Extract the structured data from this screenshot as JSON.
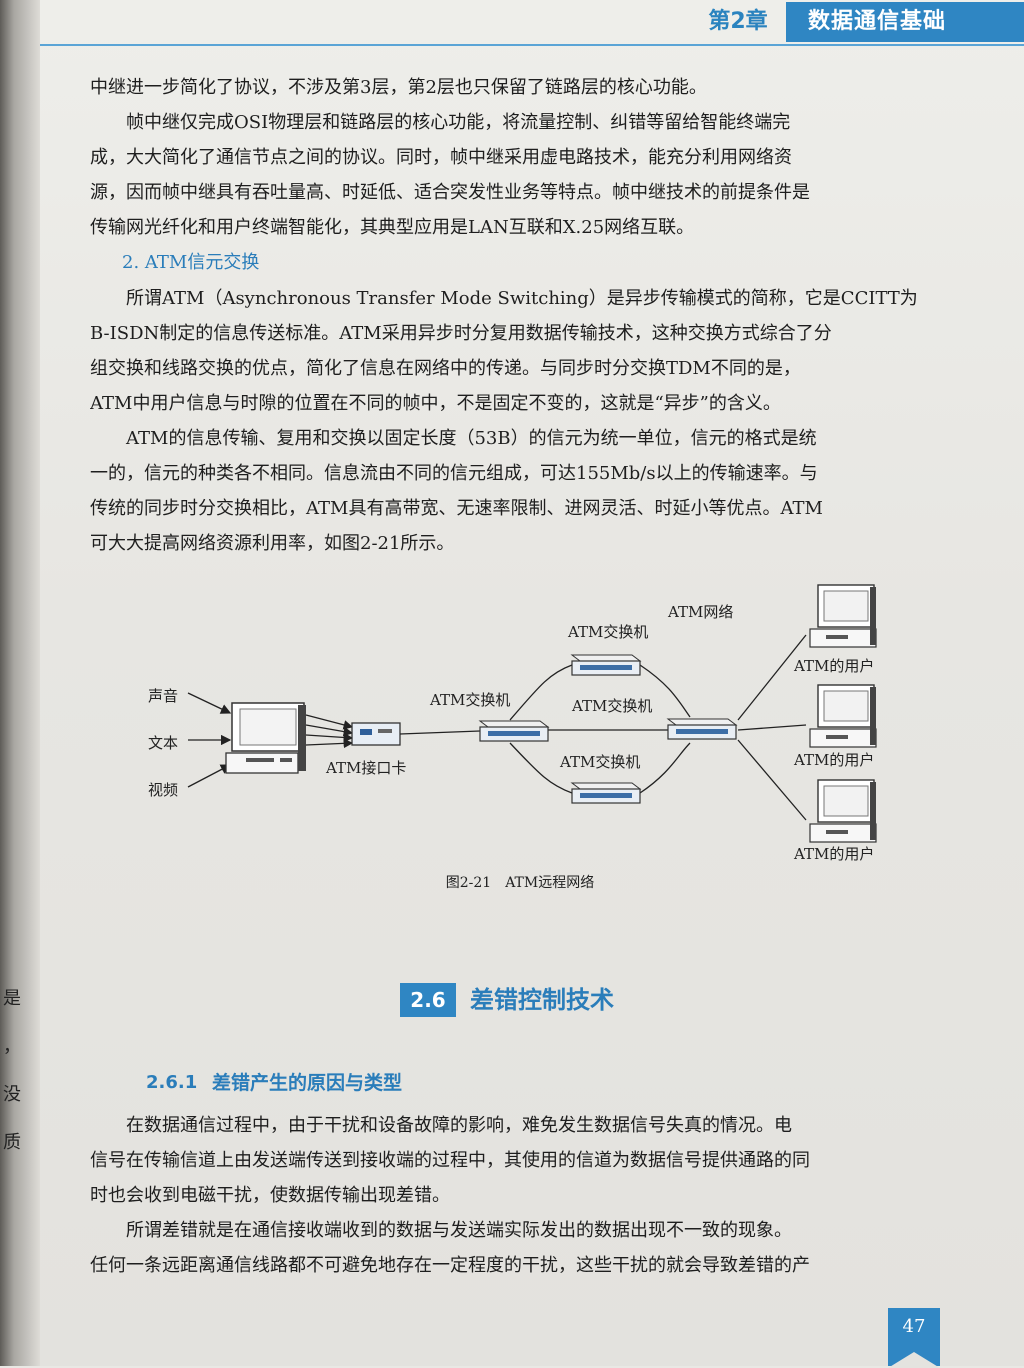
{
  "header": {
    "chapter": "第2章",
    "title": "数据通信基础"
  },
  "paragraphs_top": [
    "中继进一步简化了协议，不涉及第3层，第2层也只保留了链路层的核心功能。",
    "帧中继仅完成OSI物理层和链路层的核心功能，将流量控制、纠错等留给智能终端完",
    "成，大大简化了通信节点之间的协议。同时，帧中继采用虚电路技术，能充分利用网络资",
    "源，因而帧中继具有吞吐量高、时延低、适合突发性业务等特点。帧中继技术的前提条件是",
    "传输网光纤化和用户终端智能化，其典型应用是LAN互联和X.25网络互联。"
  ],
  "atm_heading": "2. ATM信元交换",
  "paragraphs_atm": [
    "所谓ATM（Asynchronous Transfer Mode Switching）是异步传输模式的简称，它是CCITT为",
    "B-ISDN制定的信息传送标准。ATM采用异步时分复用数据传输技术，这种交换方式综合了分",
    "组交换和线路交换的优点，简化了信息在网络中的传递。与同步时分交换TDM不同的是，",
    "ATM中用户信息与时隙的位置在不同的帧中，不是固定不变的，这就是“异步”的含义。",
    "ATM的信息传输、复用和交换以固定长度（53B）的信元为统一单位，信元的格式是统",
    "一的，信元的种类各不相同。信息流由不同的信元组成，可达155Mb/s以上的传输速率。与",
    "传统的同步时分交换相比，ATM具有高带宽、无速率限制、进网灵活、时延小等优点。ATM",
    "可大大提高网络资源利用率，如图2-21所示。"
  ],
  "figure": {
    "inputs": [
      "声音",
      "文本",
      "视频"
    ],
    "interface_card": "ATM接口卡",
    "network": "ATM网络",
    "switch_label": "ATM交换机",
    "user_label": "ATM的用户",
    "caption": "图2-21　ATM远程网络"
  },
  "section": {
    "number": "2.6",
    "title": "差错控制技术"
  },
  "subsection": {
    "number": "2.6.1",
    "title": "差错产生的原因与类型"
  },
  "paragraphs_bottom": [
    "在数据通信过程中，由于干扰和设备故障的影响，难免发生数据信号失真的情况。电",
    "信号在传输信道上由发送端传送到接收端的过程中，其使用的信道为数据信号提供通路的同",
    "时也会收到电磁干扰，使数据传输出现差错。",
    "所谓差错就是在通信接收端收到的数据与发送端实际发出的数据出现不一致的现象。",
    "任何一条远距离通信线路都不可避免地存在一定程度的干扰，这些干扰的就会导致差错的产"
  ],
  "left_fragments": [
    "是",
    "，",
    "没",
    "质"
  ],
  "page_number": "47"
}
